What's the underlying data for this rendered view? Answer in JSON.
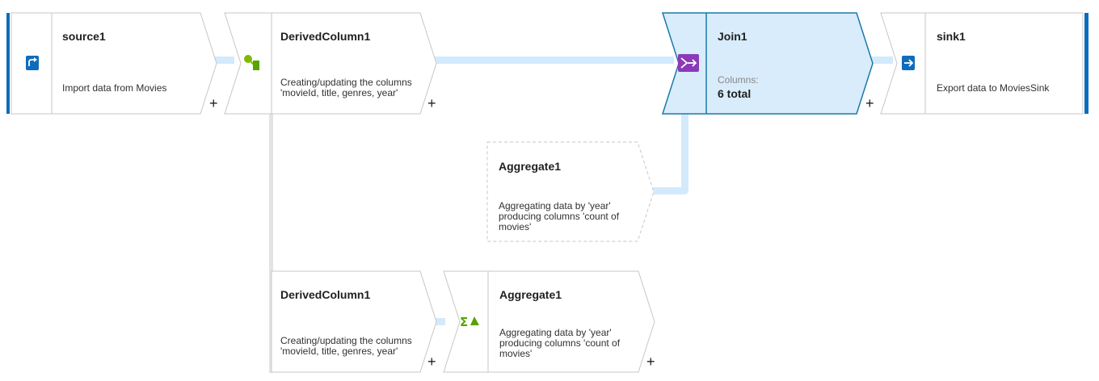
{
  "nodes": {
    "source1": {
      "title": "source1",
      "description": "Import data from Movies"
    },
    "derived_top": {
      "title": "DerivedColumn1",
      "description_lines": [
        "Creating/updating the columns",
        "'movieId, title, genres, year'"
      ]
    },
    "join1": {
      "title": "Join1",
      "columns_label": "Columns:",
      "columns_value": "6 total"
    },
    "sink1": {
      "title": "sink1",
      "description": "Export data to MoviesSink"
    },
    "aggregate_ref": {
      "title": "Aggregate1",
      "description_lines": [
        "Aggregating data by 'year'",
        "producing columns 'count of",
        "movies'"
      ]
    },
    "derived_bottom": {
      "title": "DerivedColumn1",
      "description_lines": [
        "Creating/updating the columns",
        "'movieId, title, genres, year'"
      ]
    },
    "aggregate_bottom": {
      "title": "Aggregate1",
      "description_lines": [
        "Aggregating data by 'year'",
        "producing columns 'count of",
        "movies'"
      ]
    }
  },
  "add_symbol": "+",
  "colors": {
    "connector": "#d3eafc",
    "accent": "#0f6cbd",
    "selected_fill": "#d8ecfb",
    "selected_border": "#1b79a8",
    "node_border": "#c8c6c4",
    "dashed_border": "#c8c6c4"
  },
  "icons": {
    "source1": "source-icon",
    "derived_top": "derived-column-icon",
    "join1": "join-icon",
    "sink1": "sink-icon",
    "derived_bottom": "derived-column-icon",
    "aggregate_bottom": "aggregate-icon"
  }
}
